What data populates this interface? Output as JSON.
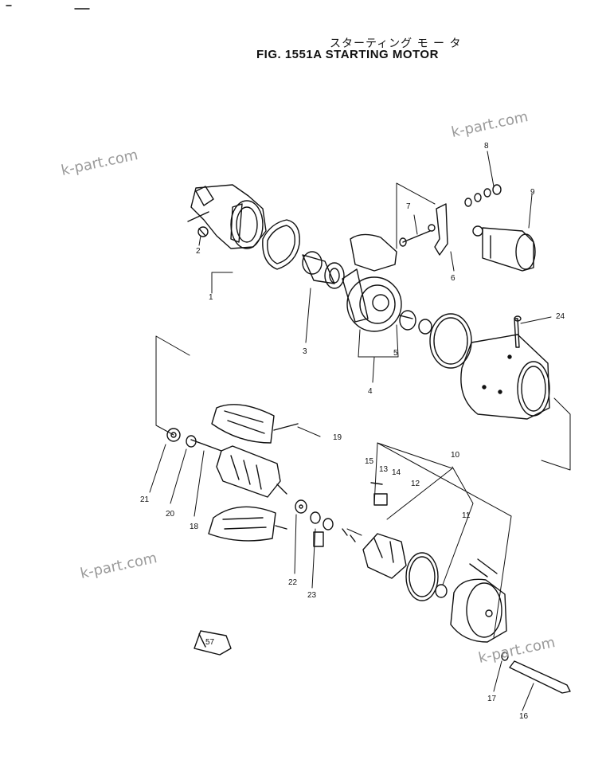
{
  "title": {
    "jp": "スターティング モ ー タ",
    "en": "FIG. 1551A  STARTING MOTOR"
  },
  "watermark": "k-part.com",
  "parts": [
    {
      "number": "1"
    },
    {
      "number": "2"
    },
    {
      "number": "3"
    },
    {
      "number": "4"
    },
    {
      "number": "5"
    },
    {
      "number": "6"
    },
    {
      "number": "7"
    },
    {
      "number": "8"
    },
    {
      "number": "9"
    },
    {
      "number": "10"
    },
    {
      "number": "11"
    },
    {
      "number": "12"
    },
    {
      "number": "13"
    },
    {
      "number": "14"
    },
    {
      "number": "15"
    },
    {
      "number": "16"
    },
    {
      "number": "17"
    },
    {
      "number": "18"
    },
    {
      "number": "19"
    },
    {
      "number": "20"
    },
    {
      "number": "21"
    },
    {
      "number": "22"
    },
    {
      "number": "23"
    },
    {
      "number": "24"
    }
  ],
  "arrow_tag": "57",
  "colors": {
    "ink": "#111111",
    "watermark": "#9a9a9a",
    "background": "#ffffff"
  }
}
